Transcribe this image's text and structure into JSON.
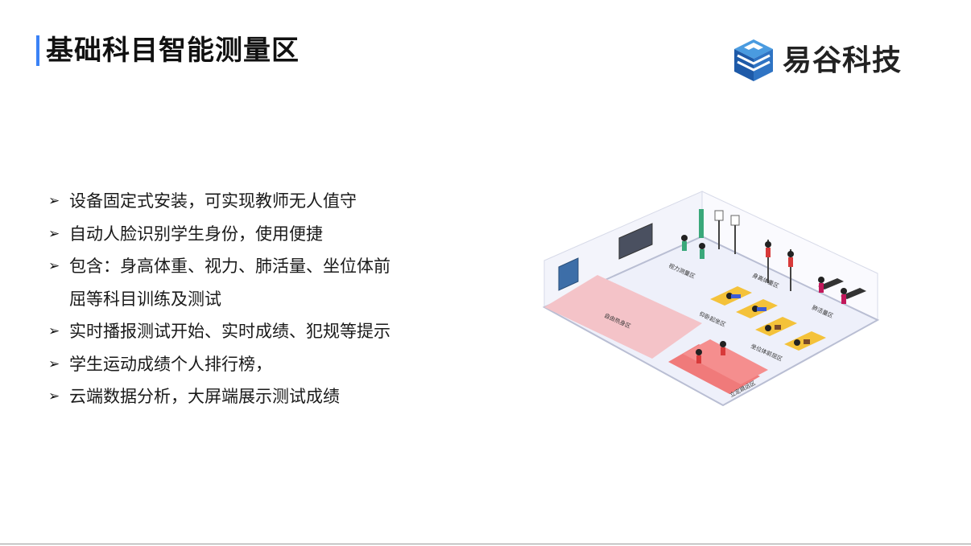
{
  "page": {
    "title": "基础科目智能测量区",
    "accent_color": "#3b82f6"
  },
  "brand": {
    "name": "易谷科技",
    "logo_icon": "cube-logo-icon",
    "logo_colors": [
      "#1e5aa8",
      "#4a9be0"
    ]
  },
  "bullets": [
    {
      "text": "设备固定式安装，可实现教师无人值守"
    },
    {
      "text": "自动人脸识别学生身份，使用便捷"
    },
    {
      "text": "包含：身高体重、视力、肺活量、坐位体前"
    },
    {
      "text": "屈等科目训练及测试",
      "continuation": true
    },
    {
      "text": "实时播报测试开始、实时成绩、犯规等提示"
    },
    {
      "text": "学生运动成绩个人排行榜，"
    },
    {
      "text": "云端数据分析，大屏端展示测试成绩"
    }
  ],
  "bullet_icon": "arrow-right-icon",
  "bullet_glyph": "➢",
  "illustration": {
    "zones": {
      "warmup": "自由热身区",
      "vision": "视力测量区",
      "height_weight": "身高体重区",
      "lung": "肺活量区",
      "situp": "仰卧起坐区",
      "sit_reach": "坐位体前屈区",
      "long_jump": "立定跳远区"
    },
    "floor_color": "#eef0fa",
    "warmup_color": "#f4c3c8",
    "mat_color": "#f4c23a",
    "jump_mat_color": "#f07a7a"
  }
}
